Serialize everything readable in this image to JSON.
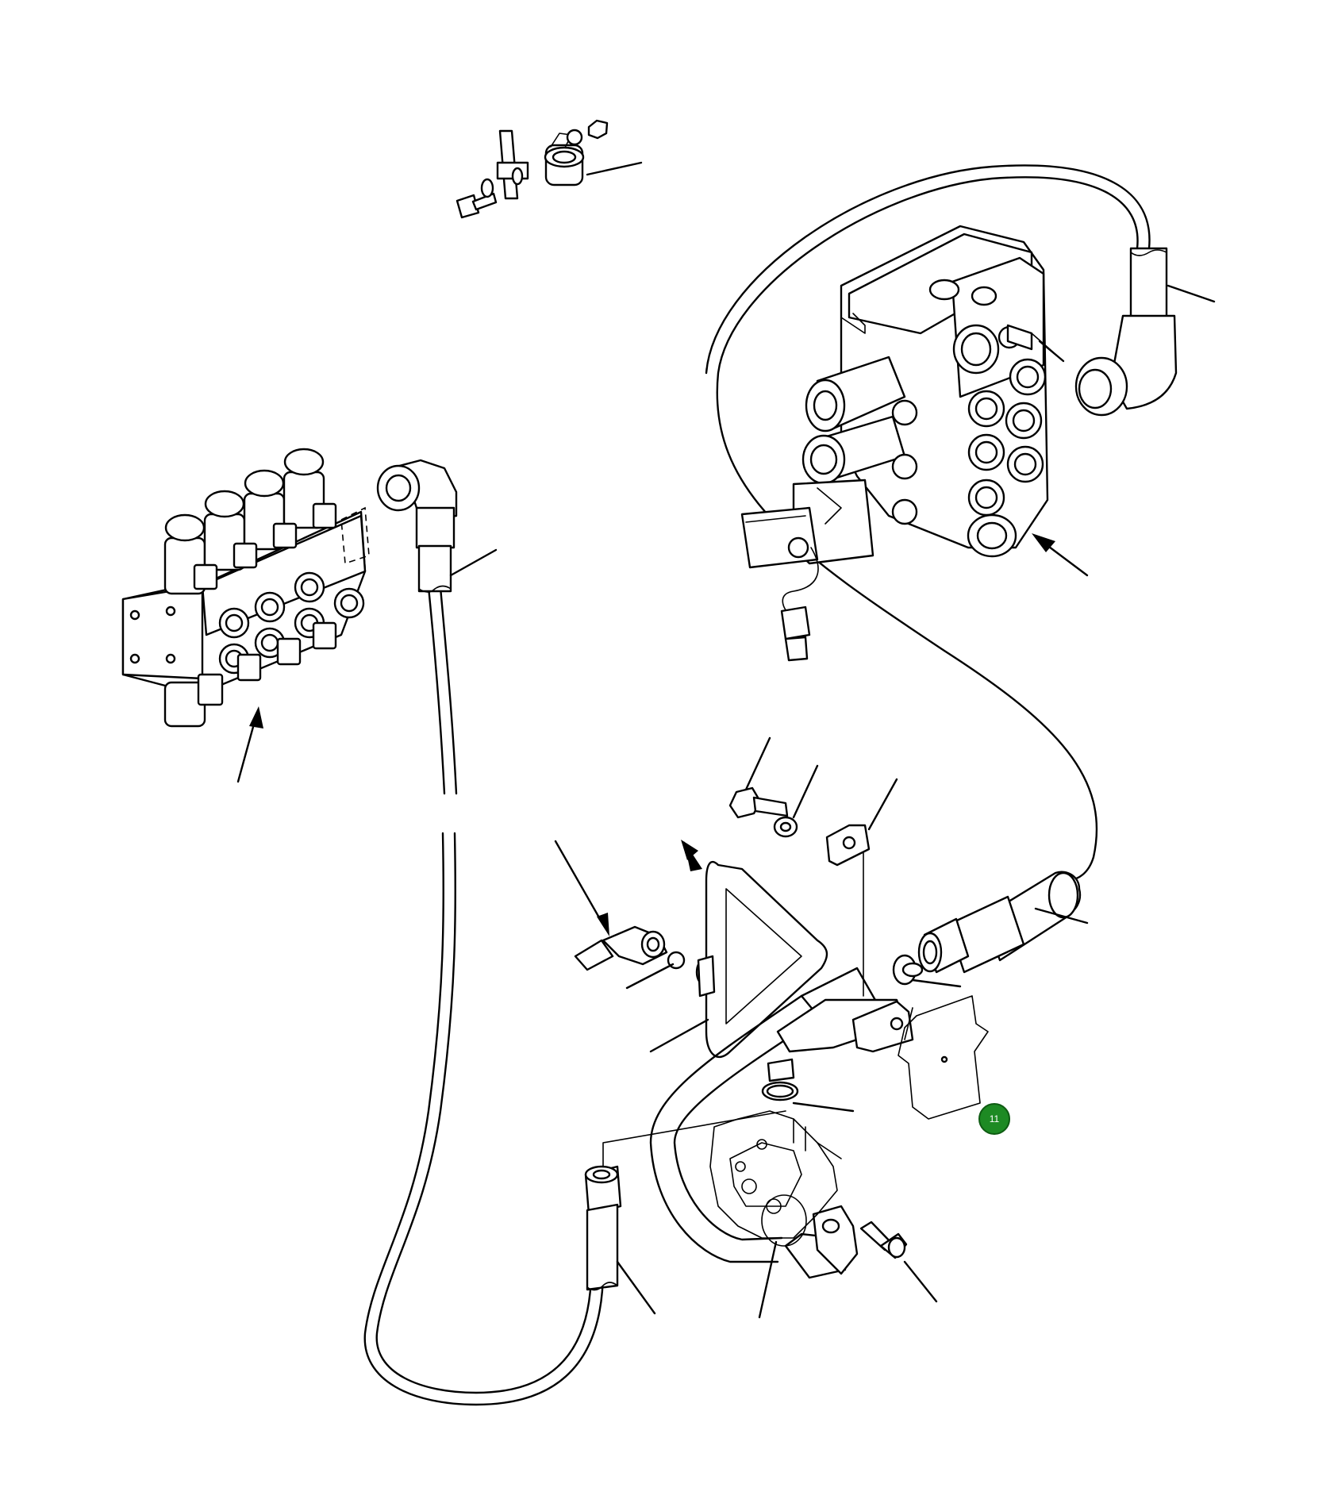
{
  "diagram": {
    "type": "exploded-parts-view",
    "callout_badge": {
      "label": "11",
      "color": "#1d8a23"
    },
    "parts": [
      "hose-clamp-assembly",
      "upper-hose-elbow-fitting",
      "control-valve-block-right",
      "solenoid-valve-block-left",
      "left-hose-elbow-fitting",
      "bolt-washer-bracket-group",
      "steel-pipe-bracket-assembly",
      "hose-straight-fitting",
      "lower-hose-fitting",
      "flange-bolt",
      "o-rings",
      "callout-arrows"
    ]
  }
}
